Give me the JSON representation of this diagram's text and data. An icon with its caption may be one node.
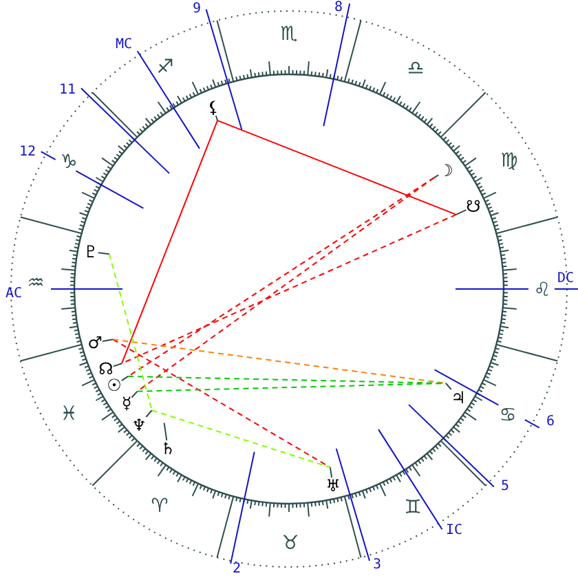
{
  "diagram": {
    "nodes": [
      {
        "text": [
          "⚸"
        ]
      },
      {
        "text": [
          "☽"
        ]
      },
      {
        "text": [
          "☋"
        ]
      },
      {
        "text": [
          "♇"
        ]
      },
      {
        "text": [
          "♂"
        ]
      },
      {
        "text": [
          "☊"
        ]
      },
      {
        "text": [
          "☉"
        ]
      },
      {
        "text": [
          "♃"
        ]
      },
      {
        "text": [
          "☿"
        ]
      },
      {
        "text": [
          "♆"
        ]
      },
      {
        "text": [
          "♄"
        ]
      },
      {
        "text": [
          "♅"
        ]
      }
    ],
    "edges": [
      {
        "from": 0,
        "to": 2,
        "arrow": "none"
      },
      {
        "from": 0,
        "to": 5,
        "arrow": "none"
      },
      {
        "from": 1,
        "to": 6,
        "arrow": "none",
        "style": "dashed"
      },
      {
        "from": 1,
        "to": 8,
        "arrow": "none",
        "style": "dashed"
      },
      {
        "from": 2,
        "to": 5,
        "arrow": "none",
        "style": "dashed"
      },
      {
        "from": 4,
        "to": 11,
        "arrow": "none",
        "style": "dashed"
      },
      {
        "from": 4,
        "to": 7,
        "arrow": "none",
        "style": "dashed",
        "color": "#ff8000"
      },
      {
        "from": 6,
        "to": 7,
        "arrow": "none",
        "style": "dashed",
        "color": "#00cc00"
      },
      {
        "from": 8,
        "to": 7,
        "arrow": "none",
        "style": "dashed",
        "color": "#00cc00"
      },
      {
        "from": 3,
        "to": 9,
        "arrow": "none",
        "style": "dashed",
        "color": "#80ff00"
      },
      {
        "from": 9,
        "to": 11,
        "arrow": "none",
        "style": "dashed",
        "color": "#80ff00"
      }
    ],
    "labels": [
      "9",
      "8",
      "♏",
      "MC",
      "♐",
      "♎",
      "11",
      "♑",
      "12",
      "♍",
      "AC",
      "♒",
      "♌",
      "DC",
      "♓",
      "♋",
      "6",
      "5",
      "♈",
      "♊",
      "IC",
      "♉",
      "2",
      "3"
    ]
  }
}
